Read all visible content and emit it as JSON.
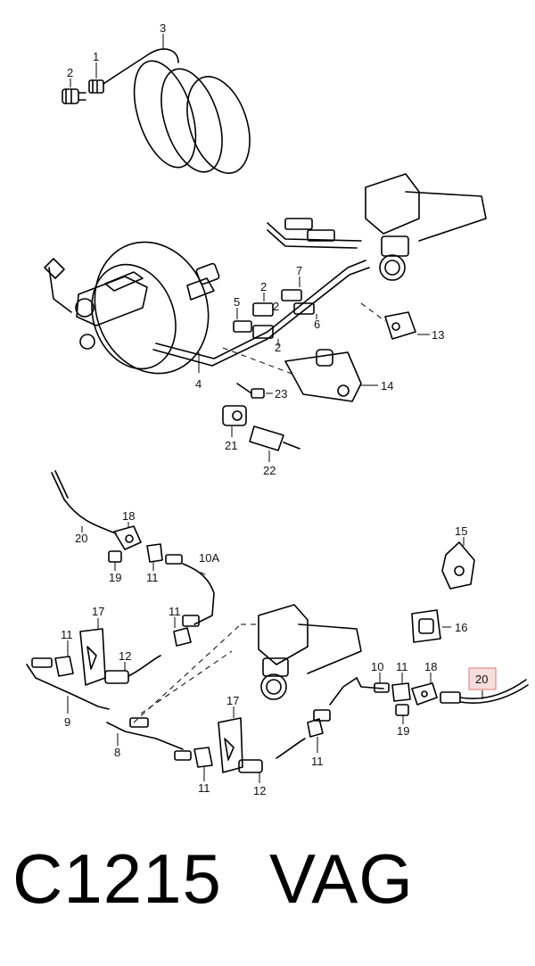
{
  "diagram": {
    "callouts": [
      "1",
      "2",
      "3",
      "2",
      "4",
      "5",
      "2",
      "7",
      "6",
      "2",
      "13",
      "14",
      "23",
      "21",
      "22",
      "20",
      "18",
      "19",
      "11",
      "10A",
      "15",
      "16",
      "17",
      "11",
      "12",
      "11",
      "9",
      "8",
      "17",
      "11",
      "12",
      "11",
      "10",
      "11",
      "18",
      "20",
      "19"
    ],
    "highlighted_callout": "20",
    "highlight_color": "#f7dcdc"
  },
  "footer": {
    "code": "C1215",
    "brand": "VAG"
  }
}
